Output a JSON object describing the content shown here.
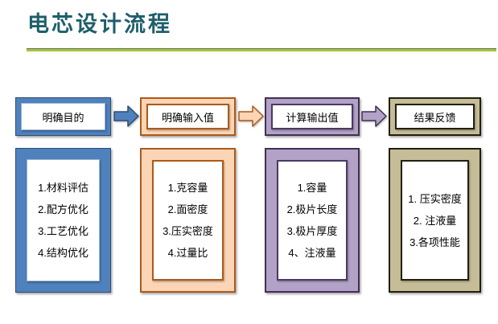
{
  "title": "电芯设计流程",
  "title_color": "#1E5F6B",
  "divider_color": "#A7C53E",
  "columns": [
    {
      "header": "明确目的",
      "items": [
        "1.材料评估",
        "2.配方优化",
        "3.工艺优化",
        "4.结构优化"
      ],
      "fill": "#4F81BD",
      "border": "#2E4D74"
    },
    {
      "header": "明确输入值",
      "items": [
        "1.克容量",
        "2.面密度",
        "3.压实密度",
        "4.过量比"
      ],
      "fill": "#FBD5B5",
      "border": "#AC5A1B"
    },
    {
      "header": "计算输出值",
      "items": [
        "1.容量",
        "2.极片长度",
        "3.极片厚度",
        "4、注液量"
      ],
      "fill": "#B3A2C7",
      "border": "#403152"
    },
    {
      "header": "结果反馈",
      "items": [
        "1. 压实密度",
        "2. 注液量",
        "3.各项性能"
      ],
      "fill": "#C5BD98",
      "border": "#21200F"
    }
  ],
  "arrows": [
    {
      "name": "arrow-1",
      "fill": "#4F81BD",
      "border": "#2E4D74"
    },
    {
      "name": "arrow-2",
      "fill": "#FBD5B5",
      "border": "#AC5A1B"
    },
    {
      "name": "arrow-3",
      "fill": "#B3A2C7",
      "border": "#403152"
    }
  ]
}
